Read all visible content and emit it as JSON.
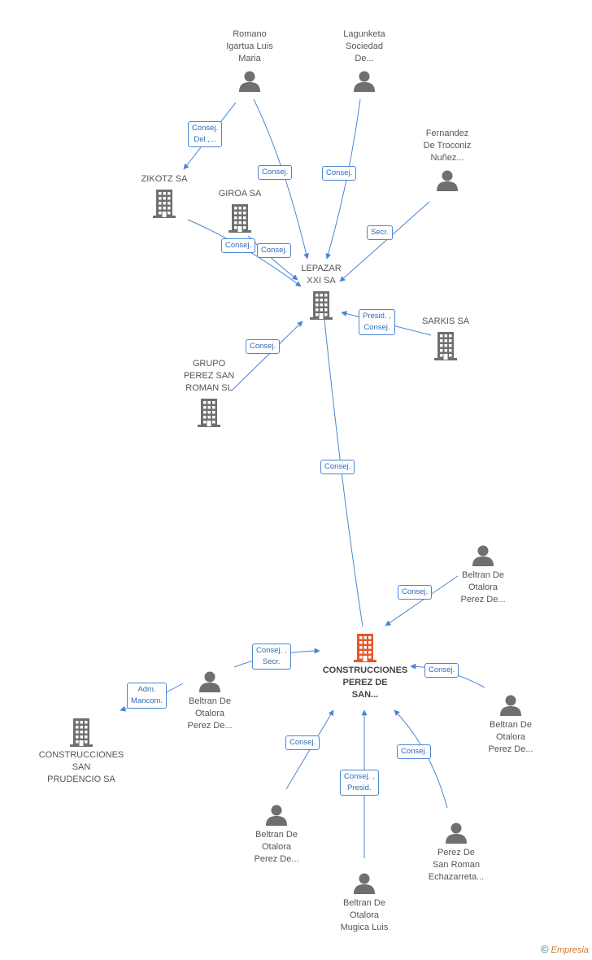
{
  "nodes": {
    "romano": {
      "label": "Romano\nIgartua Luis\nMaria",
      "kind": "person"
    },
    "lagunketa": {
      "label": "Lagunketa\nSociedad\nDe...",
      "kind": "person"
    },
    "fernandez": {
      "label": "Fernandez\nDe Troconiz\nNuñez...",
      "kind": "person"
    },
    "zikotz": {
      "label": "ZIKOTZ SA",
      "kind": "company"
    },
    "giroa": {
      "label": "GIROA SA",
      "kind": "company"
    },
    "lepazar": {
      "label": "LEPAZAR\nXXI SA",
      "kind": "company"
    },
    "sarkis": {
      "label": "SARKIS SA",
      "kind": "company"
    },
    "grupo": {
      "label": "GRUPO\nPEREZ SAN\nROMAN SL",
      "kind": "company"
    },
    "construcciones_perez": {
      "label": "CONSTRUCCIONES\nPEREZ DE\nSAN...",
      "kind": "company-highlight"
    },
    "beltran_tr": {
      "label": "Beltran De\nOtalora\nPerez De...",
      "kind": "person"
    },
    "beltran_right": {
      "label": "Beltran De\nOtalora\nPerez De...",
      "kind": "person"
    },
    "beltran_left": {
      "label": "Beltran De\nOtalora\nPerez De...",
      "kind": "person"
    },
    "construcciones_san": {
      "label": "CONSTRUCCIONES\nSAN\nPRUDENCIO SA",
      "kind": "company"
    },
    "beltran_bl": {
      "label": "Beltran De\nOtalora\nPerez De...",
      "kind": "person"
    },
    "beltran_mugica": {
      "label": "Beltran De\nOtalora\nMugica Luis",
      "kind": "person"
    },
    "perez_echazarreta": {
      "label": "Perez De\nSan Roman\nEchazarreta...",
      "kind": "person"
    }
  },
  "edge_labels": {
    "romano_zikotz": "Consej.\nDel.,...",
    "romano_lepazar": "Consej.",
    "lagunketa_lepazar": "Consej.",
    "fernandez_lepazar": "Secr.",
    "zikotz_lepazar": "Consej.",
    "giroa_lepazar": "Consej.",
    "sarkis_lepazar": "Presid. ,\nConsej.",
    "grupo_lepazar": "Consej.",
    "construcciones_lepazar": "Consej.",
    "beltran_tr_cp": "Consej.",
    "beltran_right_cp": "Consej.",
    "beltran_left_cp": "Consej. ,\nSecr.",
    "beltran_left_san": "Adm.\nMancom.",
    "beltran_bl_cp": "Consej.",
    "mugica_cp": "Consej. ,\nPresid.",
    "perez_cp": "Consej."
  },
  "colors": {
    "edge": "#4a86d4",
    "icon": "#6f6f6f",
    "highlight": "#e8562a"
  },
  "footer": {
    "copyright_symbol": "©",
    "brand": "Empresia"
  }
}
